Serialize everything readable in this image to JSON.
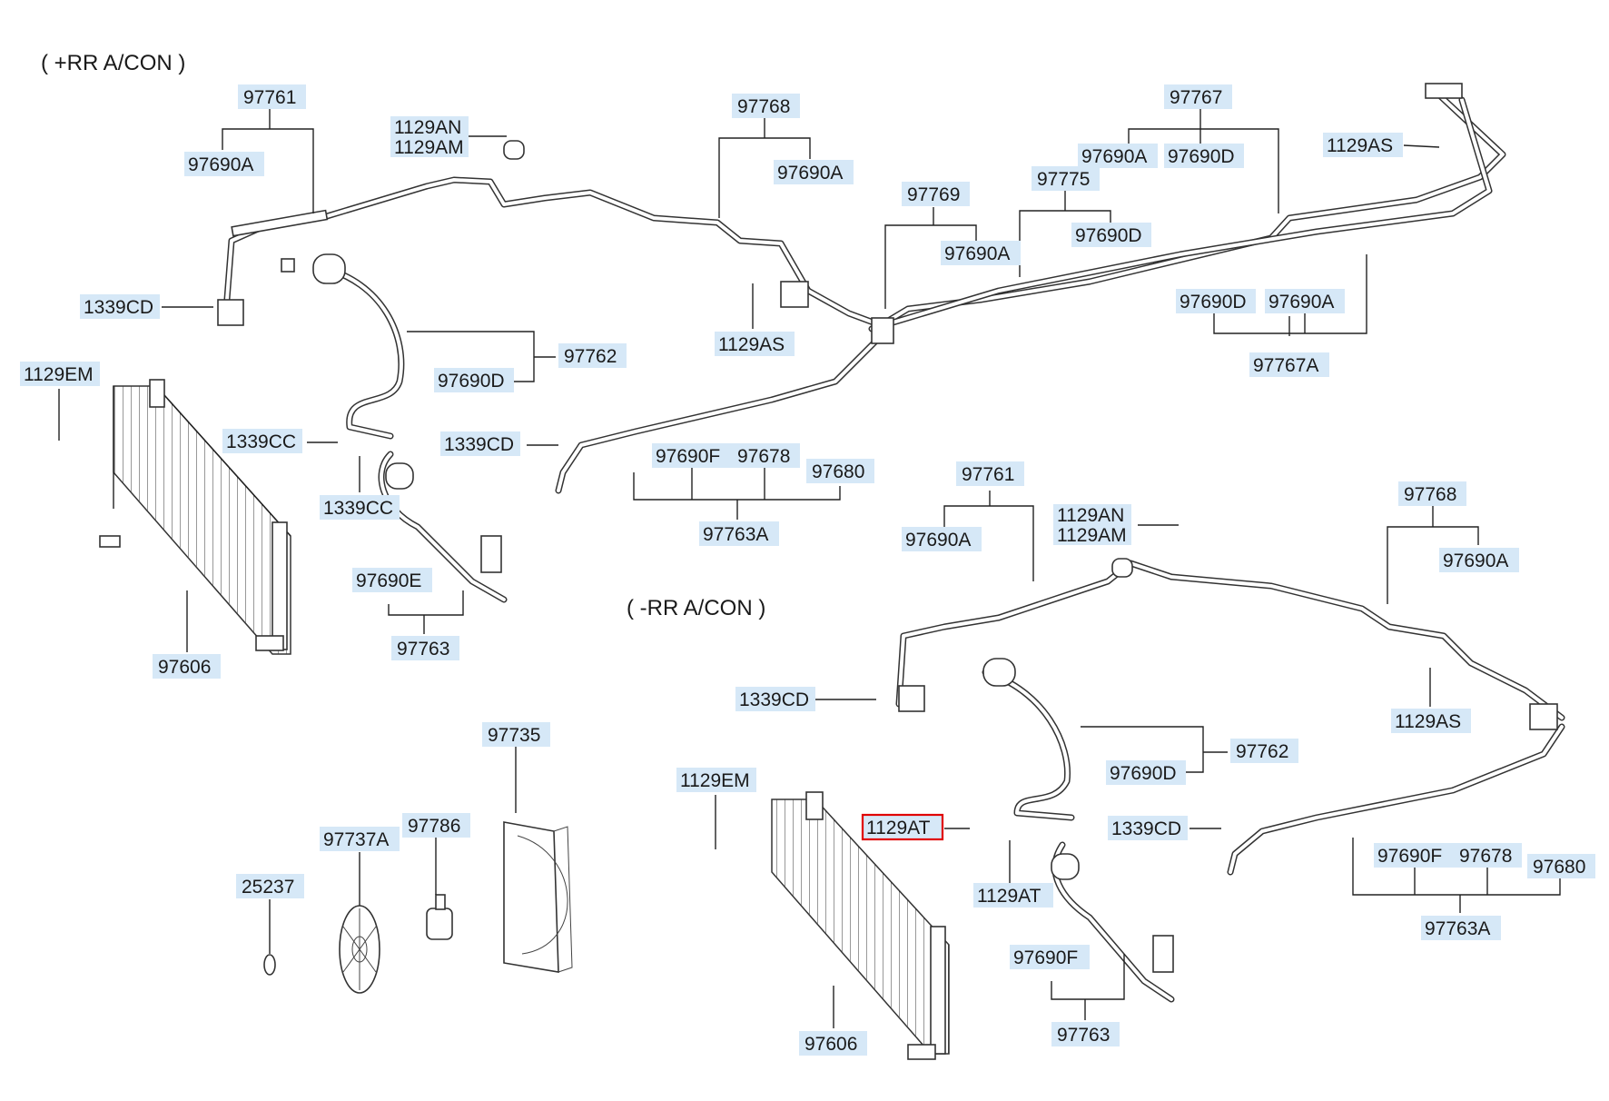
{
  "headers": {
    "with_rear_ac": "( +RR A/CON )",
    "without_rear_ac": "( -RR A/CON )"
  },
  "highlight_color": "#e00000",
  "label_bg_color": "#d6e8f7",
  "labels": {
    "top_97761": "97761",
    "top_97690A_a": "97690A",
    "top_1129AN": "1129AN",
    "top_1129AM": "1129AM",
    "top_97768": "97768",
    "top_97690A_b": "97690A",
    "top_97767": "97767",
    "top_97690A_c": "97690A",
    "top_97690D_a": "97690D",
    "top_1129AS_a": "1129AS",
    "top_97769": "97769",
    "top_97775": "97775",
    "top_97690A_d": "97690A",
    "top_97690D_b": "97690D",
    "top_1339CD_a": "1339CD",
    "top_1129AS_b": "1129AS",
    "top_97690D_c": "97690D",
    "top_97690A_e": "97690A",
    "top_97767A": "97767A",
    "top_1129EM": "1129EM",
    "top_97762": "97762",
    "top_97690D_d": "97690D",
    "top_1339CC_a": "1339CC",
    "top_1339CC_b": "1339CC",
    "top_1339CD_b": "1339CD",
    "top_97690F": "97690F",
    "top_97678": "97678",
    "top_97680": "97680",
    "top_97763A": "97763A",
    "top_97690E": "97690E",
    "top_97763": "97763",
    "top_97606": "97606",
    "bot_97761": "97761",
    "bot_97690A_a": "97690A",
    "bot_1129AN": "1129AN",
    "bot_1129AM": "1129AM",
    "bot_97768": "97768",
    "bot_97690A_b": "97690A",
    "bot_1339CD_a": "1339CD",
    "bot_1129AS": "1129AS",
    "bot_97762": "97762",
    "bot_97690D": "97690D",
    "bot_1129EM": "1129EM",
    "bot_1129AT_a": "1129AT",
    "bot_1129AT_b": "1129AT",
    "bot_1339CD_b": "1339CD",
    "bot_97690F_a": "97690F",
    "bot_97678": "97678",
    "bot_97680": "97680",
    "bot_97763A": "97763A",
    "bot_97690F_b": "97690F",
    "bot_97763": "97763",
    "bot_97606": "97606",
    "fan_97735": "97735",
    "fan_97786": "97786",
    "fan_97737A": "97737A",
    "fan_25237": "25237"
  }
}
